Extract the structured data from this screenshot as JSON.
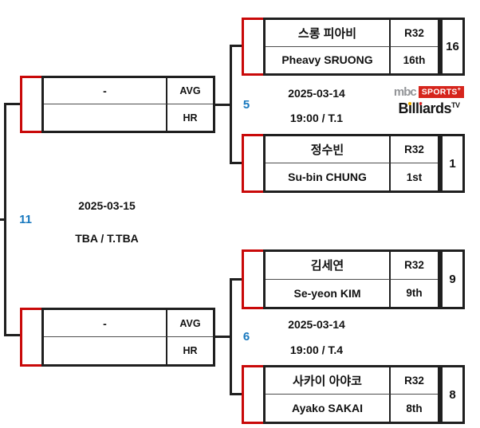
{
  "colors": {
    "line": "#1f1f1f",
    "bracket_red": "#c90909",
    "match_number_blue": "#1878be",
    "logo_grey": "#939598",
    "logo_red": "#d6251c",
    "billiards_dot_yellow": "#f3b300",
    "billiards_dot_red": "#e02020"
  },
  "bracket": {
    "match5": {
      "number": "5",
      "date": "2025-03-14",
      "time": "19:00 /  T.1",
      "top": {
        "name_kr": "스롱 피아비",
        "name_en": "Pheavy SRUONG",
        "round": "R32",
        "rank": "16th",
        "seed": "16"
      },
      "bottom": {
        "name_kr": "정수빈",
        "name_en": "Su-bin CHUNG",
        "round": "R32",
        "rank": "1st",
        "seed": "1"
      }
    },
    "match6": {
      "number": "6",
      "date": "2025-03-14",
      "time": "19:00 /  T.4",
      "top": {
        "name_kr": "김세연",
        "name_en": "Se-yeon KIM",
        "round": "R32",
        "rank": "9th",
        "seed": "9"
      },
      "bottom": {
        "name_kr": "사카이 아야코",
        "name_en": "Ayako SAKAI",
        "round": "R32",
        "rank": "8th",
        "seed": "8"
      }
    },
    "match11": {
      "number": "11",
      "date": "2025-03-15",
      "time": "TBA /  T.TBA",
      "top_slot": {
        "value": "-",
        "avg_label": "AVG",
        "hr_label": "HR"
      },
      "bottom_slot": {
        "value": "-",
        "avg_label": "AVG",
        "hr_label": "HR"
      }
    }
  },
  "logo": {
    "mbc": "mbc",
    "sports": "SPORTS",
    "plus": "+",
    "b_b": "B",
    "b_i1": "i",
    "b_ll": "ll",
    "b_i2": "i",
    "b_ards": "ards",
    "tv": "TV"
  }
}
